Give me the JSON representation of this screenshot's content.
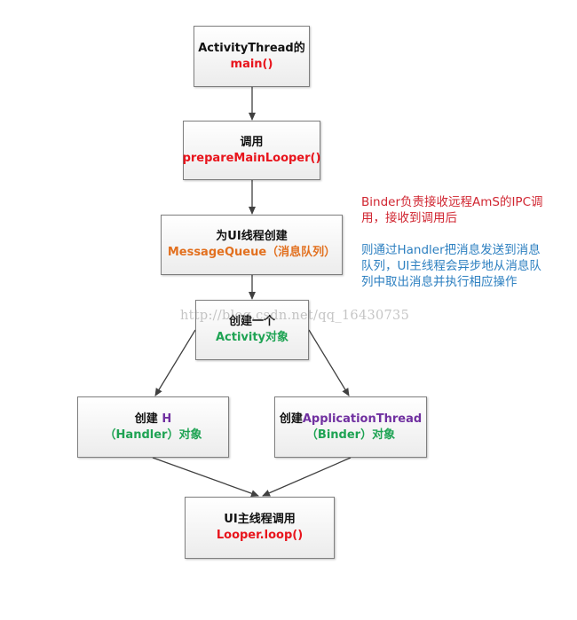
{
  "nodes": {
    "activity_thread_main": {
      "line1": "ActivityThread的",
      "line2": "main()"
    },
    "prepare_main_looper": {
      "line1": "调用",
      "line2": "prepareMainLooper()"
    },
    "message_queue": {
      "line1": "为UI线程创建",
      "line2": "MessageQueue（消息队列）"
    },
    "activity_object": {
      "line1": "创建一个",
      "line2": "Activity对象"
    },
    "handler_h": {
      "line1_prefix": "创建 ",
      "line1_highlight": "H",
      "line2": "（Handler）对象"
    },
    "application_thread": {
      "line1_prefix": "创建",
      "line1_highlight": "ApplicationThread",
      "line2": "（Binder）对象"
    },
    "looper_loop": {
      "line1": "UI主线程调用",
      "line2": "Looper.loop()"
    }
  },
  "edges": [
    {
      "from": "activity_thread_main",
      "to": "prepare_main_looper"
    },
    {
      "from": "prepare_main_looper",
      "to": "message_queue"
    },
    {
      "from": "message_queue",
      "to": "activity_object"
    },
    {
      "from": "activity_object",
      "to": "handler_h"
    },
    {
      "from": "activity_object",
      "to": "application_thread"
    },
    {
      "from": "handler_h",
      "to": "looper_loop"
    },
    {
      "from": "application_thread",
      "to": "looper_loop"
    }
  ],
  "notes": {
    "binder": "Binder负责接收远程AmS的IPC调用，接收到调用后",
    "handler": "则通过Handler把消息发送到消息队列，UI主线程会异步地从消息队列中取出消息并执行相应操作"
  },
  "watermark": "http://blog.csdn.net/qq_16430735",
  "colors": {
    "red": "#e8141c",
    "orange": "#e2701f",
    "green": "#1ea353",
    "purple": "#7030a0",
    "note_red": "#d02530",
    "note_blue": "#2c7fc0"
  }
}
